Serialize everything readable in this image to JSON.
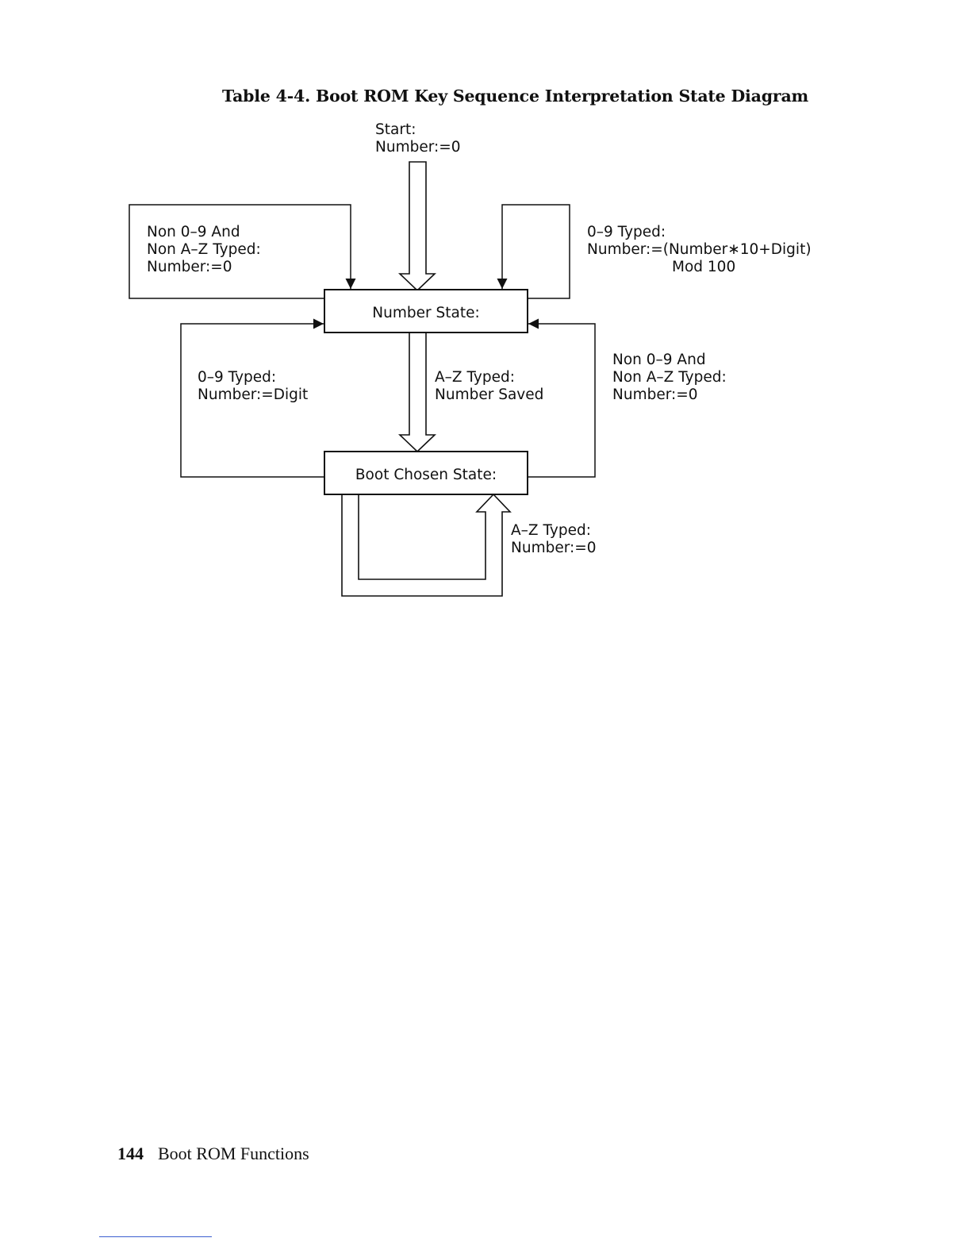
{
  "title": "Table 4-4. Boot ROM Key Sequence Interpretation State Diagram",
  "start": {
    "line1": "Start:",
    "line2": "Number:=0"
  },
  "states": {
    "number_state": "Number State:",
    "boot_chosen_state": "Boot Chosen State:"
  },
  "transitions": {
    "top_left": [
      "Non 0–9 And",
      "Non A–Z Typed:",
      "Number:=0"
    ],
    "top_right": [
      "0–9 Typed:",
      "Number:=(Number∗10+Digit)",
      "Mod 100"
    ],
    "left_loop": [
      "0–9 Typed:",
      "Number:=Digit"
    ],
    "center": [
      "A–Z Typed:",
      "Number Saved"
    ],
    "right_loop": [
      "Non 0–9 And",
      "Non A–Z Typed:",
      "Number:=0"
    ],
    "bottom": [
      "A–Z Typed:",
      "Number:=0"
    ]
  },
  "footer": {
    "page_number": "144",
    "section": "Boot ROM Functions"
  }
}
